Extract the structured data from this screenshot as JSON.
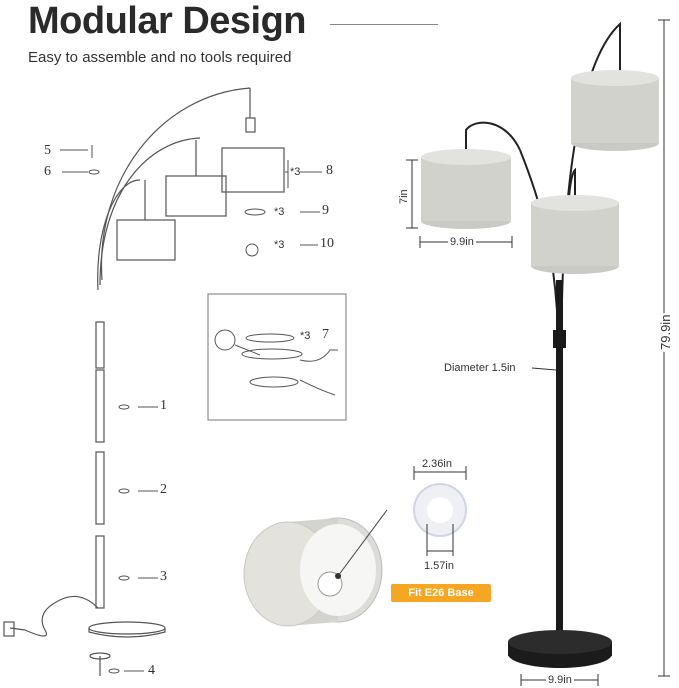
{
  "header": {
    "title": "Modular Design",
    "subtitle": "Easy to assemble and no tools required"
  },
  "parts": {
    "p1": "1",
    "p2": "2",
    "p3": "3",
    "p4": "4",
    "p5": "5",
    "p6": "6",
    "p7": "7",
    "p8": "8",
    "p9": "9",
    "p10": "10",
    "qty7": "*3",
    "qty8": "*3",
    "qty9": "*3",
    "qty10": "*3"
  },
  "dimensions": {
    "shade_height": "7in",
    "shade_width": "9.9in",
    "total_height": "79.9in",
    "pole_diameter": "Diameter 1.5in",
    "base_width": "9.9in",
    "ring_outer": "2.36in",
    "ring_inner": "1.57in"
  },
  "badge": {
    "label": "Fit E26 Base",
    "color": "#f5a623"
  }
}
